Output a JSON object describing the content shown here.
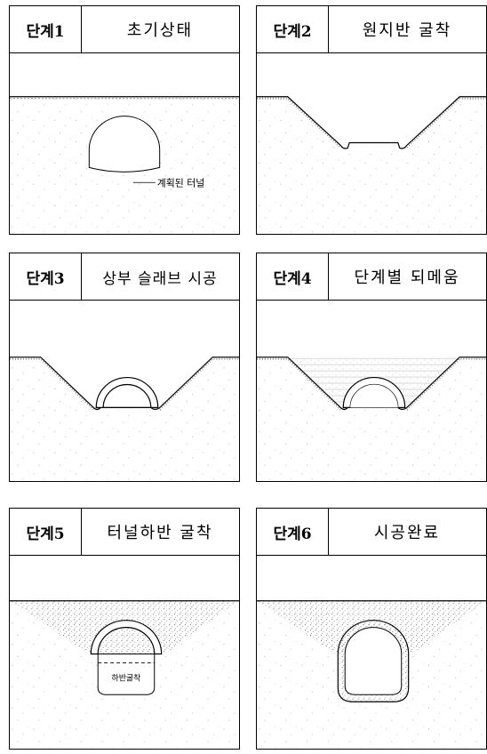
{
  "panels": [
    {
      "step": "단계1",
      "title": "초기상태"
    },
    {
      "step": "단계2",
      "title": "원지반 굴착"
    },
    {
      "step": "단계3",
      "title": "상부 슬래브 시공"
    },
    {
      "step": "단계4",
      "title": "단계별 되메움"
    },
    {
      "step": "단계5",
      "title": "터널하반 굴착"
    },
    {
      "step": "단계6",
      "title": "시공완료"
    }
  ],
  "annotations": {
    "planned_tunnel": "계획된 터널",
    "lower_excavation": "하반굴착"
  }
}
